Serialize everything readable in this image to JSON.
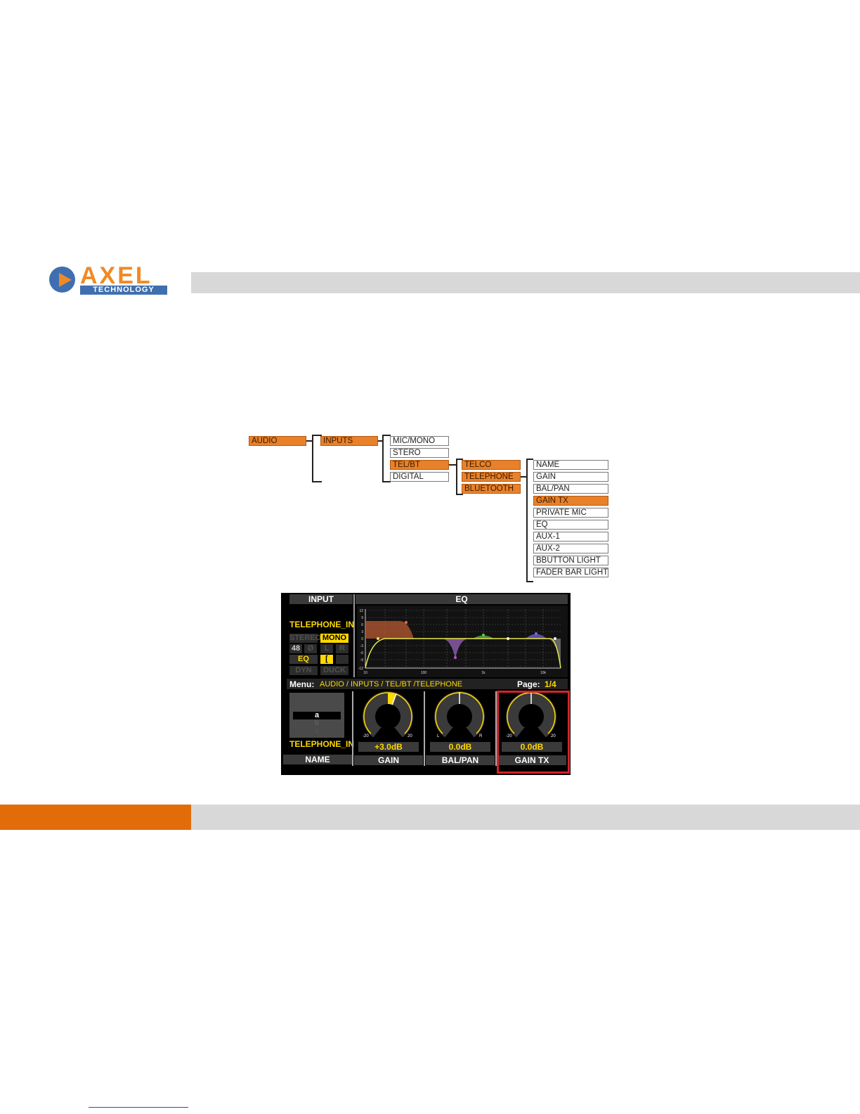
{
  "header": {
    "logo_top": "AXEL",
    "logo_bottom": "TECHNOLOGY"
  },
  "menu_tree": {
    "level1": "AUDIO",
    "level2": "INPUTS",
    "level3": [
      "MIC/MONO",
      "STERO",
      "TEL/BT",
      "DIGITAL"
    ],
    "level4": [
      "TELCO",
      "TELEPHONE",
      "BLUETOOTH"
    ],
    "level5": [
      "NAME",
      "GAIN",
      "BAL/PAN",
      "GAIN TX",
      "PRIVATE MIC",
      "EQ",
      "AUX-1",
      "AUX-2",
      "BBUTTON LIGHT",
      "FADER BAR LIGHT"
    ]
  },
  "screen": {
    "input_header": "INPUT",
    "eq_header": "EQ",
    "channel_name": "TELEPHONE_IN",
    "buttons": {
      "stereo": "STEREO",
      "mono": "MONO",
      "v48": "48",
      "phase": "Ø",
      "l": "L",
      "r": "R",
      "eq": "EQ",
      "bracket": "[",
      "dyn": "DYN",
      "duck": "DUCK"
    },
    "menu_label": "Menu:",
    "menu_path": "AUDIO / INPUTS / TEL/BT /TELEPHONE",
    "page_label": "Page:",
    "page_value": "1/4",
    "name_list": [
      "a",
      "b",
      "c"
    ],
    "name_value": "TELEPHONE_IN",
    "name_label": "NAME",
    "eq_y_ticks": [
      "12",
      "9",
      "6",
      "3",
      "0",
      "-3",
      "-6",
      "-9",
      "-12"
    ],
    "eq_x_ticks": [
      "10",
      "100",
      "1k",
      "10k"
    ],
    "knobs": [
      {
        "label": "GAIN",
        "value": "+3.0dB",
        "min": "-20",
        "max": "20",
        "level": 0.575
      },
      {
        "label": "BAL/PAN",
        "value": "0.0dB",
        "min": "L",
        "max": "R",
        "level": 0.5
      },
      {
        "label": "GAIN TX",
        "value": "0.0dB",
        "min": "-20",
        "max": "20",
        "level": 0.5
      }
    ],
    "colors": {
      "highlight": "#ffd800",
      "menu_orange": "#e8812a",
      "frame_red": "#d4232b"
    }
  }
}
